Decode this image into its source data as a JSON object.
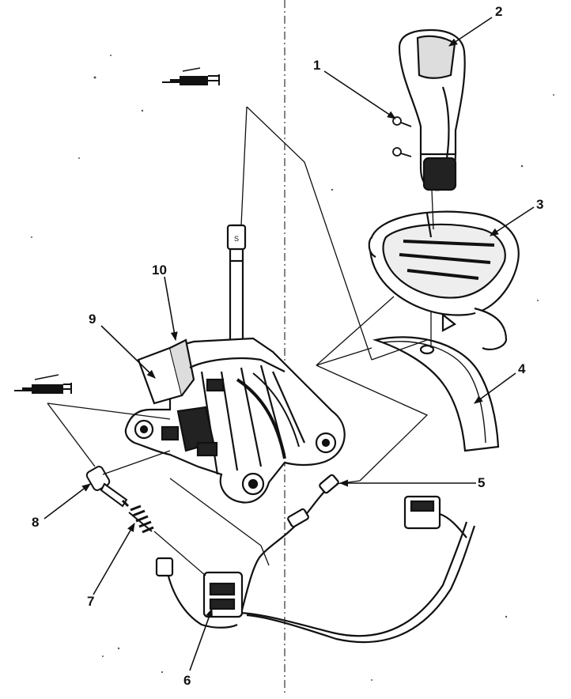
{
  "diagram": {
    "callouts": [
      {
        "id": "1",
        "text": "1"
      },
      {
        "id": "2",
        "text": "2"
      },
      {
        "id": "3",
        "text": "3"
      },
      {
        "id": "4",
        "text": "4"
      },
      {
        "id": "5",
        "text": "5"
      },
      {
        "id": "6",
        "text": "6"
      },
      {
        "id": "7",
        "text": "7"
      },
      {
        "id": "8",
        "text": "8"
      },
      {
        "id": "9",
        "text": "9"
      },
      {
        "id": "10",
        "text": "10"
      }
    ],
    "shaft_mark": "S",
    "icons": [
      "grease-gun-icon",
      "grease-gun-icon"
    ],
    "line_color": "#111111",
    "background": "#ffffff"
  }
}
